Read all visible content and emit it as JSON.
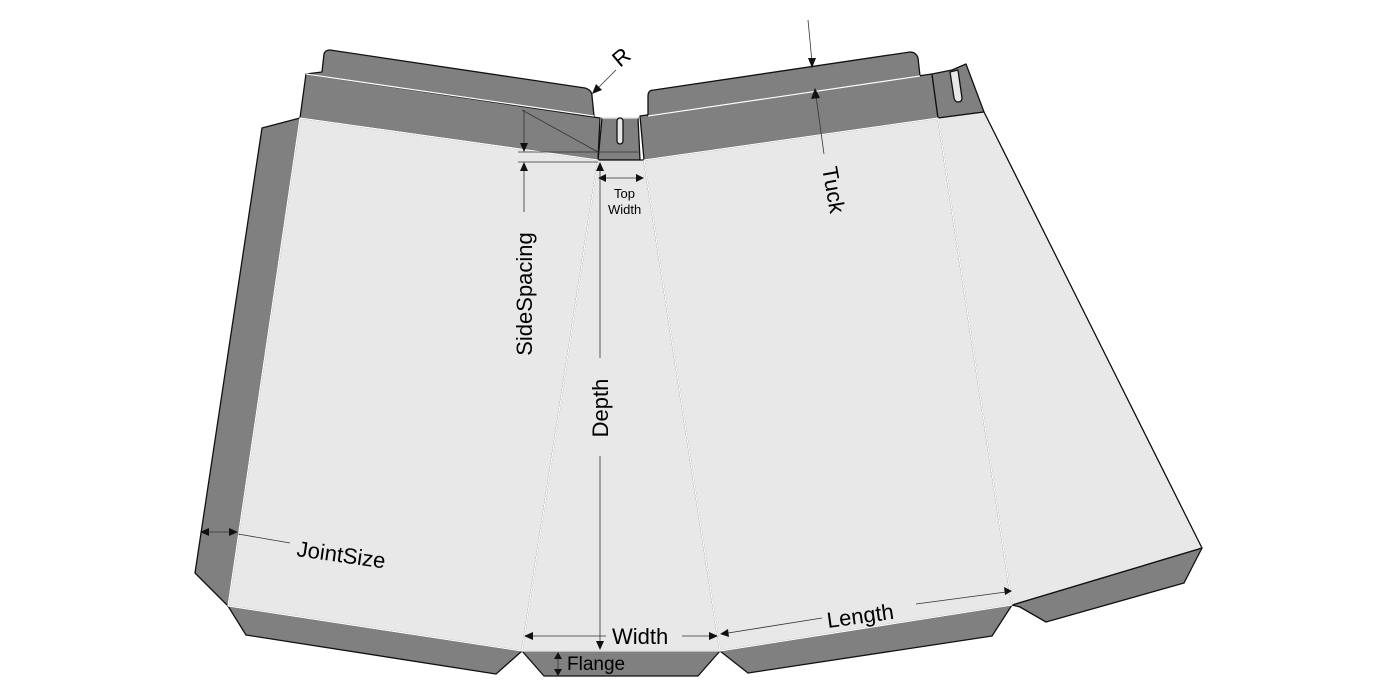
{
  "labels": {
    "r": "R",
    "tuck": "Tuck",
    "top_width_1": "Top",
    "top_width_2": "Width",
    "side_spacing": "SideSpacing",
    "depth": "Depth",
    "joint_size": "JointSize",
    "width": "Width",
    "length": "Length",
    "flange": "Flange"
  },
  "colors": {
    "panel": "#e8e8e8",
    "flap": "#808080",
    "crease": "#ffffff",
    "outline": "#111111"
  }
}
